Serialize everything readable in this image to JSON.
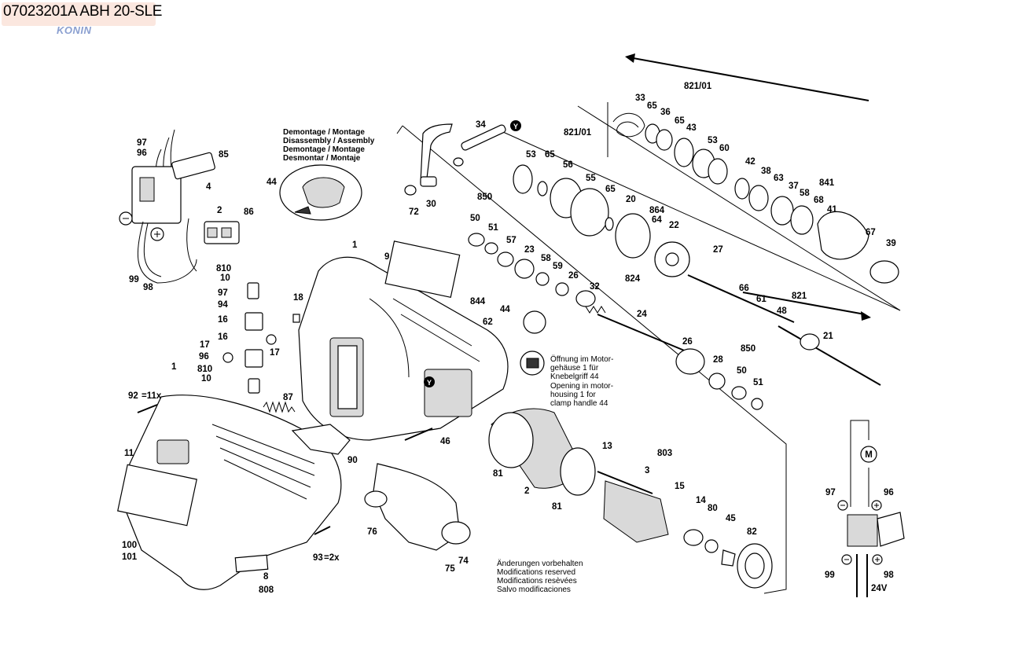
{
  "header": {
    "title": "07023201A ABH 20-SLE",
    "watermark": "KONIN"
  },
  "assembly_note": {
    "lines": [
      "Demontage / Montage",
      "Disassembly / Assembly",
      "Demontage / Montage",
      "Desmontar / Montaje"
    ]
  },
  "housing_note": {
    "lines": [
      "Öffnung im Motor-",
      "gehäuse 1 für",
      "Knebelgriff 44",
      "Opening in motor-",
      "housing 1 for",
      "clamp handle 44"
    ]
  },
  "footer_note": {
    "lines": [
      "Änderungen vorbehalten",
      "Modifications reserved",
      "Modifications resèvées",
      "Salvo modificaciones"
    ]
  },
  "wiring": {
    "motor_symbol": "M",
    "voltage": "24V",
    "plus": "+",
    "minus": "−"
  },
  "marker": "Y",
  "parts": [
    {
      "id": "p97a",
      "label": "97"
    },
    {
      "id": "p96a",
      "label": "96"
    },
    {
      "id": "p85",
      "label": "85"
    },
    {
      "id": "p4",
      "label": "4"
    },
    {
      "id": "p86",
      "label": "86"
    },
    {
      "id": "p2s",
      "label": "2"
    },
    {
      "id": "p99a",
      "label": "99"
    },
    {
      "id": "p98a",
      "label": "98"
    },
    {
      "id": "p44",
      "label": "44"
    },
    {
      "id": "p34",
      "label": "34"
    },
    {
      "id": "p72",
      "label": "72"
    },
    {
      "id": "p30",
      "label": "30"
    },
    {
      "id": "p82101a",
      "label": "821/01"
    },
    {
      "id": "p82101b",
      "label": "821/01"
    },
    {
      "id": "p33",
      "label": "33"
    },
    {
      "id": "p65a",
      "label": "65"
    },
    {
      "id": "p36",
      "label": "36"
    },
    {
      "id": "p65b",
      "label": "65"
    },
    {
      "id": "p43",
      "label": "43"
    },
    {
      "id": "p53a",
      "label": "53"
    },
    {
      "id": "p60",
      "label": "60"
    },
    {
      "id": "p53b",
      "label": "53"
    },
    {
      "id": "p65c",
      "label": "65"
    },
    {
      "id": "p56",
      "label": "56"
    },
    {
      "id": "p55",
      "label": "55"
    },
    {
      "id": "p65d",
      "label": "65"
    },
    {
      "id": "p20",
      "label": "20"
    },
    {
      "id": "p864",
      "label": "864"
    },
    {
      "id": "p22",
      "label": "22"
    },
    {
      "id": "p864b",
      "label": "64"
    },
    {
      "id": "p42",
      "label": "42"
    },
    {
      "id": "p38",
      "label": "38"
    },
    {
      "id": "p63",
      "label": "63"
    },
    {
      "id": "p37",
      "label": "37"
    },
    {
      "id": "p58",
      "label": "58"
    },
    {
      "id": "p841",
      "label": "841"
    },
    {
      "id": "p68",
      "label": "68"
    },
    {
      "id": "p41",
      "label": "41"
    },
    {
      "id": "p67",
      "label": "67"
    },
    {
      "id": "p39",
      "label": "39"
    },
    {
      "id": "p850a",
      "label": "850"
    },
    {
      "id": "p50a",
      "label": "50"
    },
    {
      "id": "p51a",
      "label": "51"
    },
    {
      "id": "p57",
      "label": "57"
    },
    {
      "id": "p23",
      "label": "23"
    },
    {
      "id": "p58b",
      "label": "58"
    },
    {
      "id": "p59",
      "label": "59"
    },
    {
      "id": "p26a",
      "label": "26"
    },
    {
      "id": "p32",
      "label": "32"
    },
    {
      "id": "p824",
      "label": "824"
    },
    {
      "id": "p27",
      "label": "27"
    },
    {
      "id": "p66",
      "label": "66"
    },
    {
      "id": "p61",
      "label": "61"
    },
    {
      "id": "p48",
      "label": "48"
    },
    {
      "id": "p821",
      "label": "821"
    },
    {
      "id": "p21",
      "label": "21"
    },
    {
      "id": "p1a",
      "label": "1"
    },
    {
      "id": "p9",
      "label": "9"
    },
    {
      "id": "p810a",
      "label": "810"
    },
    {
      "id": "p10a",
      "label": "10"
    },
    {
      "id": "p97b",
      "label": "97"
    },
    {
      "id": "p94",
      "label": "94"
    },
    {
      "id": "p16a",
      "label": "16"
    },
    {
      "id": "p18",
      "label": "18"
    },
    {
      "id": "p17a",
      "label": "17"
    },
    {
      "id": "p16b",
      "label": "16"
    },
    {
      "id": "p17b",
      "label": "17"
    },
    {
      "id": "p96b",
      "label": "96"
    },
    {
      "id": "p810b",
      "label": "810"
    },
    {
      "id": "p10b",
      "label": "10"
    },
    {
      "id": "p844",
      "label": "844"
    },
    {
      "id": "p44b",
      "label": "44"
    },
    {
      "id": "p62",
      "label": "62"
    },
    {
      "id": "p24",
      "label": "24"
    },
    {
      "id": "p26b",
      "label": "26"
    },
    {
      "id": "p28",
      "label": "28"
    },
    {
      "id": "p850b",
      "label": "850"
    },
    {
      "id": "p50b",
      "label": "50"
    },
    {
      "id": "p51b",
      "label": "51"
    },
    {
      "id": "p1b",
      "label": "1"
    },
    {
      "id": "p92",
      "label": "92"
    },
    {
      "id": "p92q",
      "label": "=11x"
    },
    {
      "id": "p11",
      "label": "11"
    },
    {
      "id": "p87",
      "label": "87"
    },
    {
      "id": "p46",
      "label": "46"
    },
    {
      "id": "p90",
      "label": "90"
    },
    {
      "id": "p100",
      "label": "100"
    },
    {
      "id": "p101",
      "label": "101"
    },
    {
      "id": "p8",
      "label": "8"
    },
    {
      "id": "p808",
      "label": "808"
    },
    {
      "id": "p93",
      "label": "93"
    },
    {
      "id": "p93q",
      "label": "=2x"
    },
    {
      "id": "p76",
      "label": "76"
    },
    {
      "id": "p75",
      "label": "75"
    },
    {
      "id": "p74",
      "label": "74"
    },
    {
      "id": "p81a",
      "label": "81"
    },
    {
      "id": "p2",
      "label": "2"
    },
    {
      "id": "p81b",
      "label": "81"
    },
    {
      "id": "p13",
      "label": "13"
    },
    {
      "id": "p803",
      "label": "803"
    },
    {
      "id": "p3",
      "label": "3"
    },
    {
      "id": "p15",
      "label": "15"
    },
    {
      "id": "p14",
      "label": "14"
    },
    {
      "id": "p80",
      "label": "80"
    },
    {
      "id": "p45",
      "label": "45"
    },
    {
      "id": "p82",
      "label": "82"
    },
    {
      "id": "p97c",
      "label": "97"
    },
    {
      "id": "p96c",
      "label": "96"
    },
    {
      "id": "p99c",
      "label": "99"
    },
    {
      "id": "p98c",
      "label": "98"
    }
  ]
}
